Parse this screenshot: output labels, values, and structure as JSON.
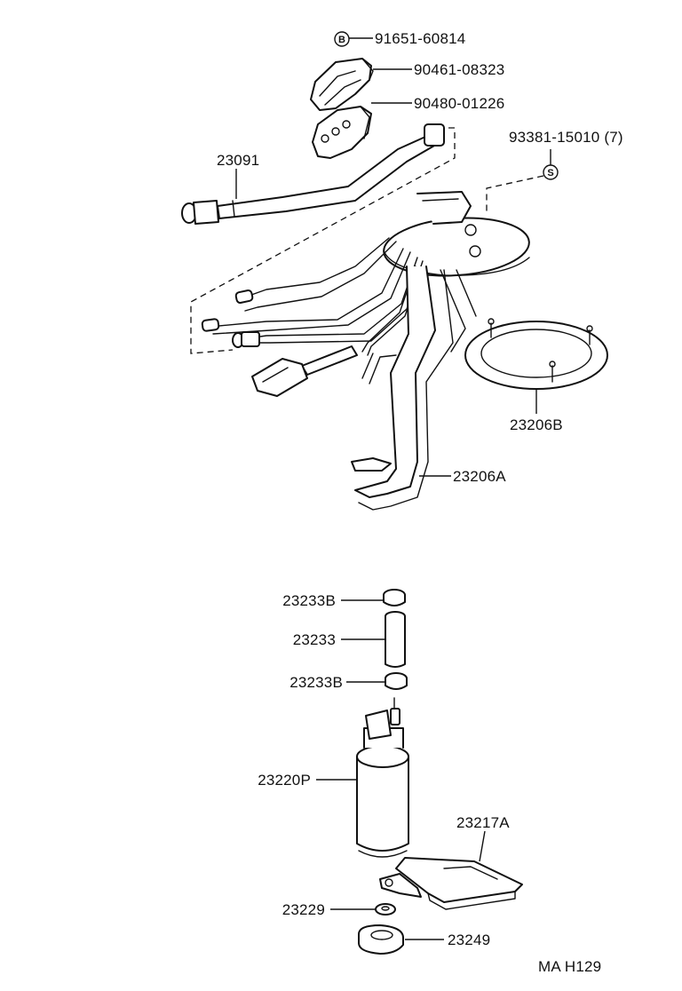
{
  "callouts": {
    "p91651": "91651-60814",
    "p90461": "90461-08323",
    "p90480": "90480-01226",
    "p93381": "93381-15010 (7)",
    "p23091": "23091",
    "p23206B": "23206B",
    "p23206A": "23206A",
    "p23233B_top": "23233B",
    "p23233": "23233",
    "p23233B_bottom": "23233B",
    "p23220P": "23220P",
    "p23217A": "23217A",
    "p23229": "23229",
    "p23249": "23249"
  },
  "symbols": {
    "b_mark": "B",
    "s_mark": "S"
  },
  "footer": {
    "code": "MA H129"
  }
}
